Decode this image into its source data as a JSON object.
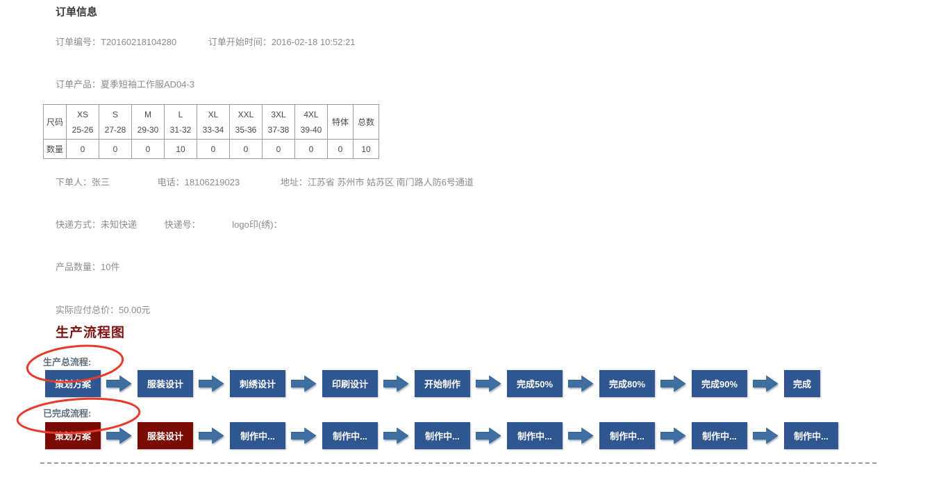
{
  "title": "订单信息",
  "order": {
    "number_label": "订单编号：",
    "number": "T20160218104280",
    "start_time_label": "订单开始时间：",
    "start_time": "2016-02-18 10:52:21",
    "product_label": "订单产品：",
    "product": "夏季短袖工作服AD04-3"
  },
  "size_table": {
    "row_header_col": "尺码",
    "qty_row_header": "数量",
    "columns": [
      {
        "size": "XS",
        "range": "25-26"
      },
      {
        "size": "S",
        "range": "27-28"
      },
      {
        "size": "M",
        "range": "29-30"
      },
      {
        "size": "L",
        "range": "31-32"
      },
      {
        "size": "XL",
        "range": "33-34"
      },
      {
        "size": "XXL",
        "range": "35-36"
      },
      {
        "size": "3XL",
        "range": "37-38"
      },
      {
        "size": "4XL",
        "range": "39-40"
      },
      {
        "size": "特体",
        "range": ""
      },
      {
        "size": "总数",
        "range": ""
      }
    ],
    "quantities": [
      "0",
      "0",
      "0",
      "10",
      "0",
      "0",
      "0",
      "0",
      "0",
      "10"
    ]
  },
  "customer": {
    "name_label": "下单人：",
    "name": "张三",
    "phone_label": "电话：",
    "phone": "18106219023",
    "address_label": "地址：",
    "address": "江苏省 苏州市 姑苏区 南门路人防6号通道"
  },
  "shipping": {
    "method_label": "快递方式：",
    "method": "未知快递",
    "tracking_label": "快递号：",
    "tracking": "",
    "logo_label": "logo印(绣)：",
    "logo": ""
  },
  "quantity_line": {
    "label": "产品数量：",
    "value": "10件"
  },
  "price_line": {
    "label": "实际应付总价：",
    "value": "50.00元"
  },
  "flow": {
    "title": "生产流程图",
    "total_label": "生产总流程:",
    "done_label": "已完成流程:",
    "total_steps": [
      "策划方案",
      "服装设计",
      "刺绣设计",
      "印刷设计",
      "开始制作",
      "完成50%",
      "完成80%",
      "完成90%",
      "完成"
    ],
    "done_steps": [
      {
        "label": "策划方案",
        "state": "completed"
      },
      {
        "label": "服装设计",
        "state": "completed"
      },
      {
        "label": "制作中...",
        "state": "in-progress"
      },
      {
        "label": "制作中...",
        "state": "in-progress"
      },
      {
        "label": "制作中...",
        "state": "in-progress"
      },
      {
        "label": "制作中...",
        "state": "in-progress"
      },
      {
        "label": "制作中...",
        "state": "in-progress"
      },
      {
        "label": "制作中...",
        "state": "in-progress"
      },
      {
        "label": "制作中...",
        "state": "in-progress"
      }
    ],
    "colors": {
      "step_blue": "#2f568f",
      "step_completed_red": "#7b0b02",
      "arrow": "#3e6fa0",
      "ellipse_annotation": "#e8392b",
      "flow_title": "#7d1113"
    }
  }
}
